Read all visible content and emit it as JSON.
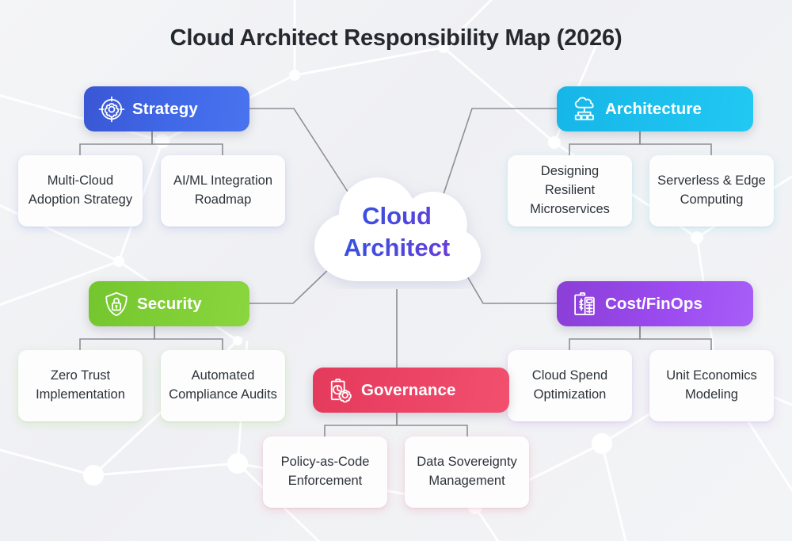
{
  "page": {
    "title": "Cloud Architect Responsibility Map (2026)",
    "background_color": "#f2f3f5"
  },
  "center": {
    "line1": "Cloud",
    "line2": "Architect",
    "icon": "cloud-shape",
    "gradient_from": "#2b4fe0",
    "gradient_to": "#7b33d8"
  },
  "branches": [
    {
      "id": "strategy",
      "label": "Strategy",
      "icon": "target-gear-icon",
      "color": "#4069e8",
      "children": [
        {
          "label": "Multi-Cloud Adoption Strategy"
        },
        {
          "label": "AI/ML Integration Roadmap"
        }
      ]
    },
    {
      "id": "architecture",
      "label": "Architecture",
      "icon": "cloud-network-icon",
      "color": "#1cbfed",
      "children": [
        {
          "label": "Designing Resilient Microservices"
        },
        {
          "label": "Serverless & Edge Computing"
        }
      ]
    },
    {
      "id": "security",
      "label": "Security",
      "icon": "shield-lock-icon",
      "color": "#80cf36",
      "children": [
        {
          "label": "Zero Trust Implementation"
        },
        {
          "label": "Automated Compliance Audits"
        }
      ]
    },
    {
      "id": "finops",
      "label": "Cost/FinOps",
      "icon": "clipboard-calculator-icon",
      "color": "#9b4aef",
      "children": [
        {
          "label": "Cloud Spend Optimization"
        },
        {
          "label": "Unit Economics Modeling"
        }
      ]
    },
    {
      "id": "governance",
      "label": "Governance",
      "icon": "clipboard-gear-icon",
      "color": "#ec4566",
      "children": [
        {
          "label": "Policy-as-Code Enforcement"
        },
        {
          "label": "Data Sovereignty Management"
        }
      ]
    }
  ]
}
